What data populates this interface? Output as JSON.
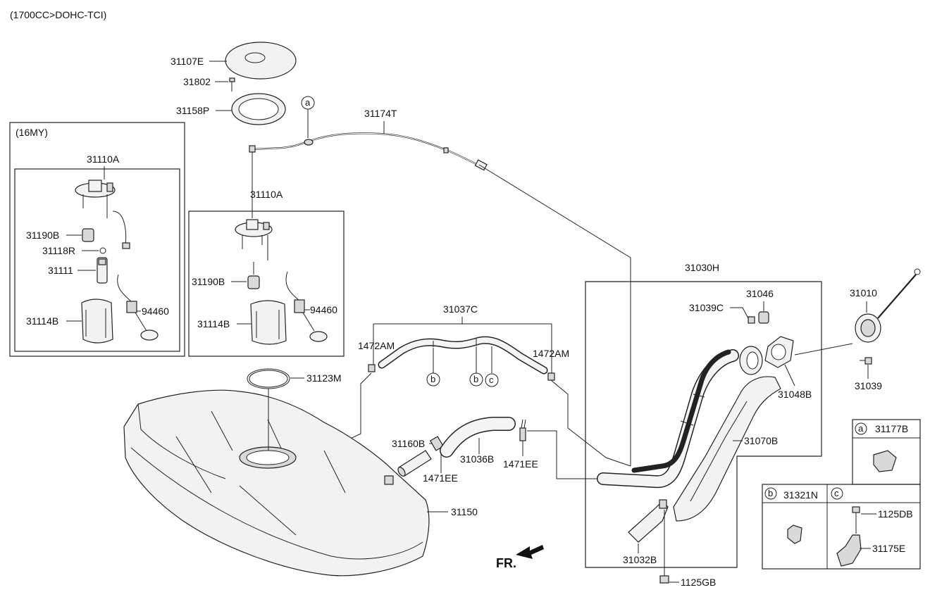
{
  "header": {
    "engine_spec": "(1700CC>DOHC-TCI)"
  },
  "inset_16my": {
    "title": "(16MY)"
  },
  "labels": {
    "p31107E": "31107E",
    "p31802": "31802",
    "p31158P": "31158P",
    "p31174T": "31174T",
    "p31110A_inset": "31110A",
    "p31110A_main": "31110A",
    "p31190B_inset": "31190B",
    "p31118R": "31118R",
    "p31111": "31111",
    "p31114B_inset": "31114B",
    "p94460_inset": "94460",
    "p31190B_main": "31190B",
    "p31114B_main": "31114B",
    "p94460_main": "94460",
    "p31037C": "31037C",
    "p1472AM_left": "1472AM",
    "p1472AM_right": "1472AM",
    "p31123M": "31123M",
    "p31160B": "31160B",
    "p31036B": "31036B",
    "p1471EE_left": "1471EE",
    "p1471EE_right": "1471EE",
    "p31150": "31150",
    "p31030H": "31030H",
    "p31046": "31046",
    "p31039C": "31039C",
    "p31048B": "31048B",
    "p31070B": "31070B",
    "p31032B": "31032B",
    "p1125GB": "1125GB",
    "p31010": "31010",
    "p31039": "31039",
    "p31177B": "31177B",
    "p31321N": "31321N",
    "p1125DB": "1125DB",
    "p31175E": "31175E",
    "front_indicator": "FR."
  },
  "callouts": {
    "a": "a",
    "b": "b",
    "c": "c"
  }
}
